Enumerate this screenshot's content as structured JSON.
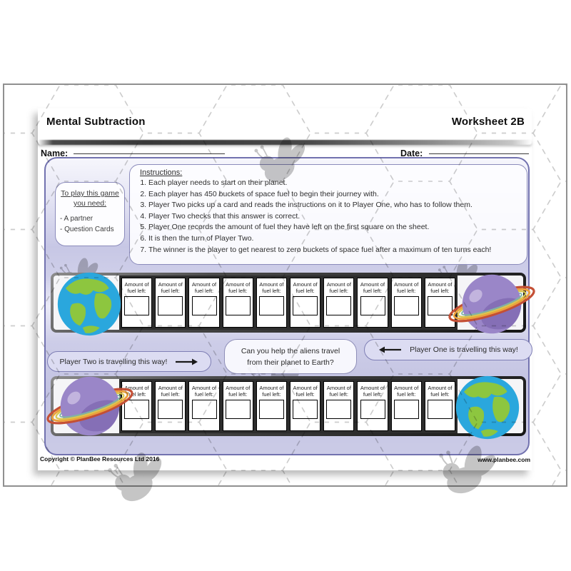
{
  "header": {
    "title": "Mental Subtraction",
    "worksheet_label": "Worksheet 2B"
  },
  "fields": {
    "name_label": "Name:",
    "date_label": "Date:"
  },
  "materials_box": {
    "heading": "To play this game you need:",
    "items": [
      "- A partner",
      "- Question Cards"
    ]
  },
  "instructions": {
    "heading": "Instructions:",
    "items": [
      "Each player needs to start on their planet.",
      "Each player has 450 buckets of space fuel to begin their journey with.",
      "Player Two picks up a card and reads the instructions on it to Player One, who has to follow them.",
      "Player Two checks that this answer is correct.",
      "Player One records the amount of fuel they have left on the first square on the sheet.",
      "It is then the turn of Player Two.",
      "The winner is the player to get nearest to zero buckets of space fuel after a maximum of ten turns each!"
    ]
  },
  "board": {
    "cell_label": "Amount of fuel left:",
    "cells_per_row": 10,
    "rows": [
      {
        "left_planet": "Earth",
        "right_planet": "Ringed planet"
      },
      {
        "left_planet": "Ringed planet",
        "right_planet": "Earth"
      }
    ]
  },
  "bubbles": {
    "player_two": "Player Two is travelling this way!",
    "question_line1": "Can you help the aliens travel",
    "question_line2": "from their planet to Earth?",
    "player_one": "Player One is travelling this way!"
  },
  "footer": {
    "copyright": "Copyright © PlanBee Resources Ltd 2016",
    "website": "www.planbee.com"
  },
  "colors": {
    "panel_border": "#7272af",
    "panel_fill": "#cfcfe9",
    "band_dark": "#2d2d2d",
    "earth_blue": "#2aa7dd",
    "earth_green": "#8dc63f",
    "planet_purple": "#9a86c8",
    "ring_red": "#c44f35",
    "ring_orange": "#eda03c",
    "ring_yellow": "#d9c94f",
    "ring_green": "#7fb6a4"
  }
}
